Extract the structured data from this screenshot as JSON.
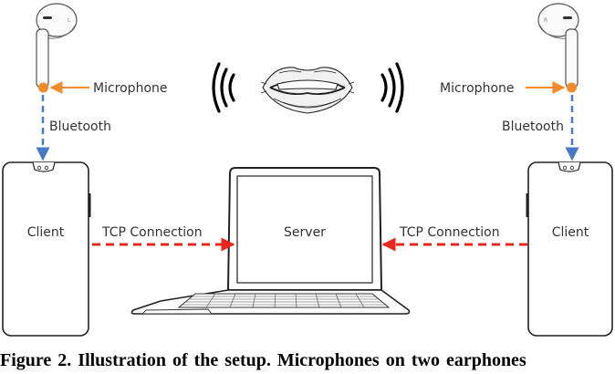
{
  "labels": {
    "microphone_left": "Microphone",
    "microphone_right": "Microphone",
    "bluetooth_left": "Bluetooth",
    "bluetooth_right": "Bluetooth",
    "client_left": "Client",
    "client_right": "Client",
    "server": "Server",
    "tcp_left": "TCP Connection",
    "tcp_right": "TCP Connection"
  },
  "caption": "Figure 2.  Illustration of the setup.  Microphones on two earphones",
  "colors": {
    "microphone_dot": "#f08a2c",
    "microphone_arrow": "#f08a2c",
    "bluetooth_arrow": "#4a78c8",
    "tcp_arrow": "#e8261c",
    "device_outline": "#222222",
    "label_text": "#333333"
  },
  "icons": {
    "earphone_left": "earphone-icon",
    "earphone_right": "earphone-icon",
    "mouth": "mouth-icon",
    "sound_waves": "sound-wave-icon",
    "phone": "smartphone-icon",
    "laptop": "laptop-icon"
  }
}
